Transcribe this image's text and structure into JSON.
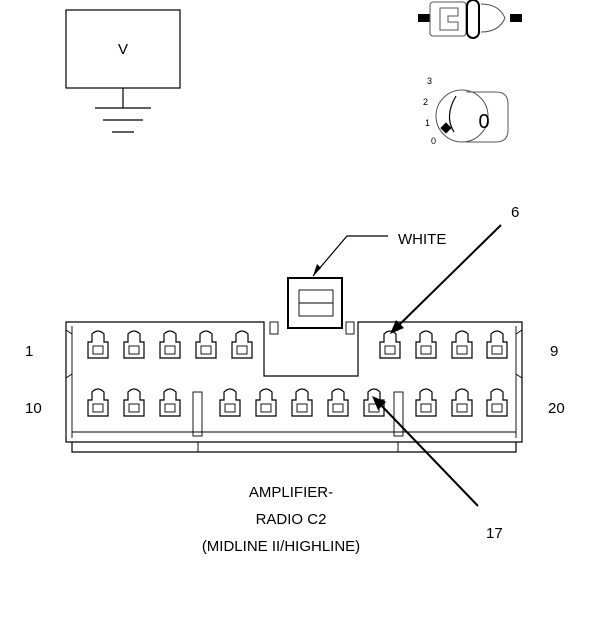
{
  "voltmeter": {
    "label": "V"
  },
  "ignition": {
    "positions": [
      "3",
      "2",
      "1",
      "0"
    ],
    "key_label": "0"
  },
  "connector": {
    "color_label": "WHITE",
    "pin_left_top": "1",
    "pin_right_top": "9",
    "pin_left_bottom": "10",
    "pin_right_bottom": "20",
    "callout_top": "6",
    "callout_bottom": "17",
    "caption": [
      "AMPLIFIER-",
      "RADIO C2",
      "(MIDLINE II/HIGHLINE)"
    ]
  }
}
